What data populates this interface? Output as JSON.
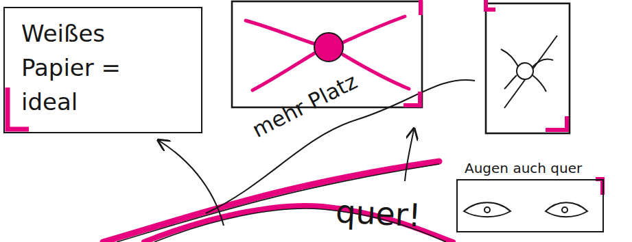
{
  "diagram": {
    "nodes": [
      {
        "text": [
          "Weißes Papier = ideal"
        ]
      },
      {
        "text": [
          "Augen auch quer"
        ]
      }
    ],
    "labels": [
      "mehr Platz",
      "quer!"
    ]
  }
}
